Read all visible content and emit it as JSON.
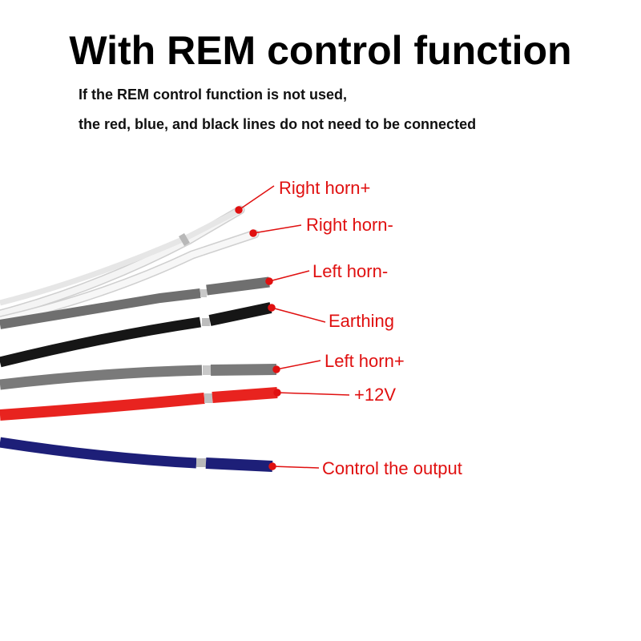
{
  "title": "With REM control function",
  "note_line1": "If the REM control function is not used,",
  "note_line2": "the red, blue, and black lines do not need to be connected",
  "wires": [
    {
      "label": "Right horn+"
    },
    {
      "label": "Right horn-"
    },
    {
      "label": "Left horn-"
    },
    {
      "label": "Earthing"
    },
    {
      "label": "Left horn+"
    },
    {
      "label": "+12V"
    },
    {
      "label": "Control the output"
    }
  ],
  "colors": {
    "label": "#e01010",
    "white_wire": "#f2f2f2",
    "gray_wire": "#707070",
    "black_wire": "#151515",
    "red_wire": "#e8231f",
    "blue_wire": "#1d1f78"
  }
}
